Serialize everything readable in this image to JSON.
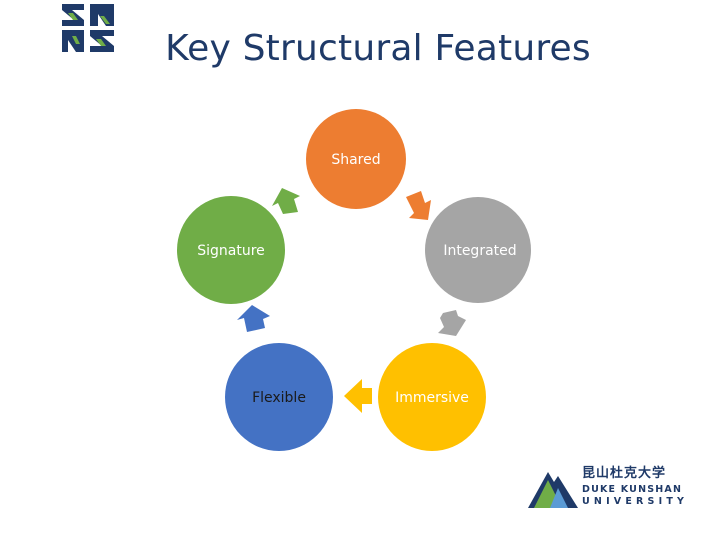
{
  "title": "Key Structural Features",
  "nodes": [
    {
      "id": "shared",
      "label": "Shared",
      "color": "#ed7d31",
      "label_color": "#ffffff"
    },
    {
      "id": "integrated",
      "label": "Integrated",
      "color": "#a5a5a5",
      "label_color": "#ffffff"
    },
    {
      "id": "immersive",
      "label": "Immersive",
      "color": "#ffc000",
      "label_color": "#ffffff"
    },
    {
      "id": "flexible",
      "label": "Flexible",
      "color": "#4472c4",
      "label_color": "#1a1a1a"
    },
    {
      "id": "signature",
      "label": "Signature",
      "color": "#70ad47",
      "label_color": "#ffffff"
    }
  ],
  "logos": {
    "top_logo_icon": "dku-pattern-icon",
    "bottom_logo_cn": "昆山杜克大学",
    "bottom_logo_en_line1": "DUKE KUNSHAN",
    "bottom_logo_en_line2": "UNIVERSITY"
  }
}
